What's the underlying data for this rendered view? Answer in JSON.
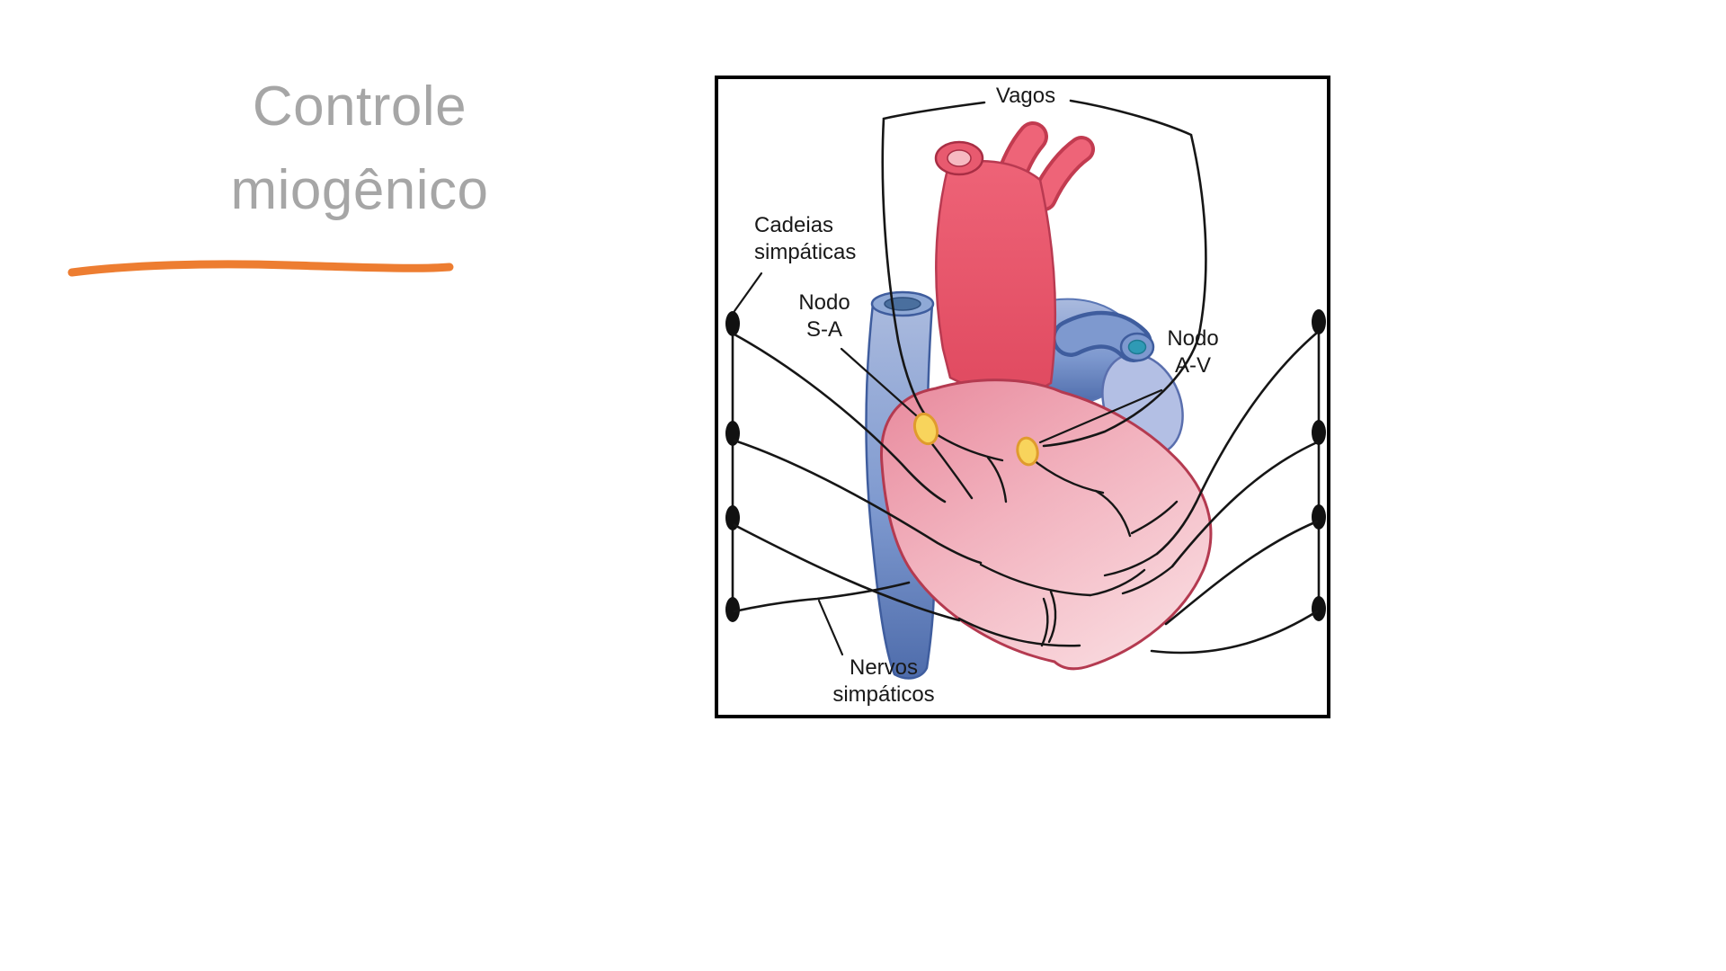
{
  "slide": {
    "title": "Controle miogênico"
  },
  "figure": {
    "labels": {
      "vagos": "Vagos",
      "cadeias_simpaticas": "Cadeias\nsimpáticas",
      "nodo_sa": "Nodo\nS-A",
      "nodo_av": "Nodo\nA-V",
      "nervos_simpaticos": "Nervos\nsimpáticos"
    }
  },
  "colors": {
    "title_gray": "#a6a6a6",
    "accent_orange": "#ed7d31",
    "heart_red": "#e9566c",
    "heart_pink": "#f2b3bf",
    "vessel_blue": "#7e99cf",
    "node_yellow": "#f8d45c",
    "line_black": "#161616",
    "figure_border": "#000000"
  }
}
